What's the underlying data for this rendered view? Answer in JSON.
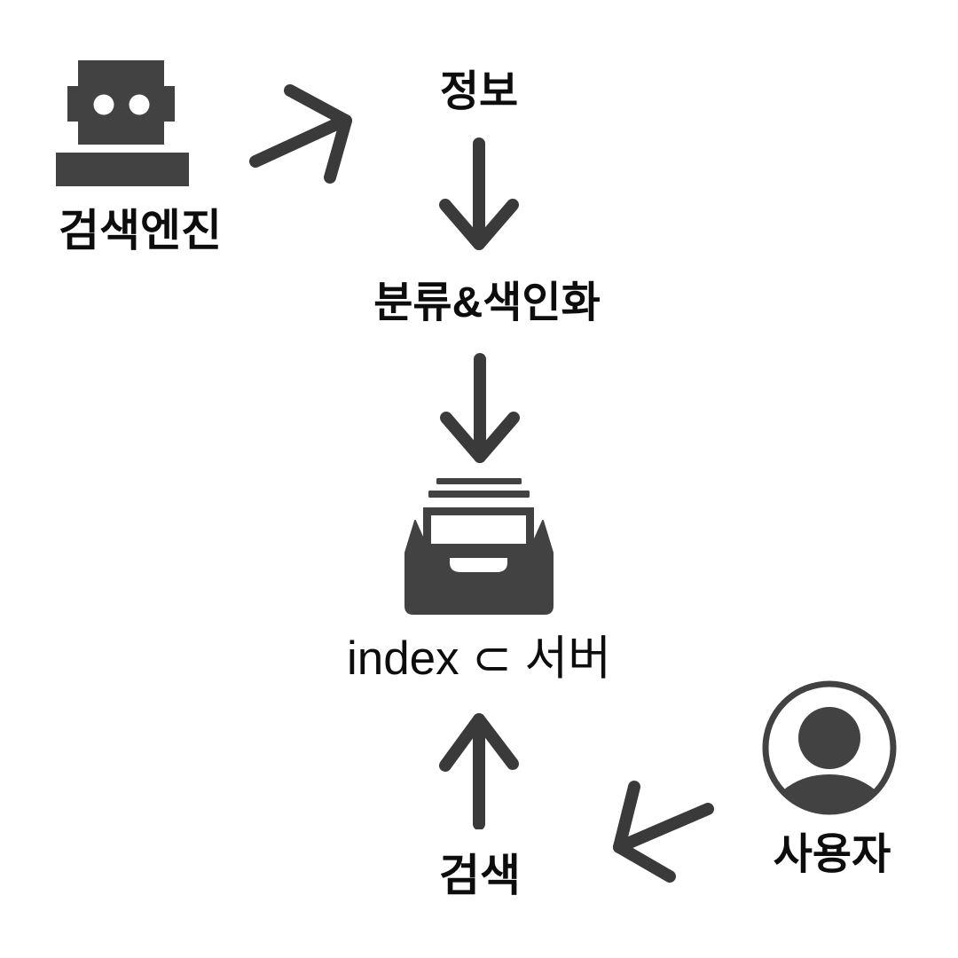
{
  "diagram_title": "search-engine-indexing-flow",
  "colors": {
    "background": "#ffffff",
    "icon": "#424242",
    "arrow": "#3a3a3a",
    "text": "#0d0d0d"
  },
  "nodes": {
    "search_engine": {
      "label": "검색엔진",
      "icon": "robot-icon"
    },
    "information": {
      "label": "정보"
    },
    "classify_index": {
      "label": "분류&색인화"
    },
    "index_server": {
      "label": "index ⊂ 서버",
      "icon": "archive-drawer-icon"
    },
    "search": {
      "label": "검색"
    },
    "user": {
      "label": "사용자",
      "icon": "person-circle-icon"
    }
  },
  "edges": [
    {
      "from": "검색엔진",
      "to": "정보",
      "direction": "up-right"
    },
    {
      "from": "정보",
      "to": "분류&색인화",
      "direction": "down"
    },
    {
      "from": "분류&색인화",
      "to": "index ⊂ 서버",
      "direction": "down"
    },
    {
      "from": "검색",
      "to": "index ⊂ 서버",
      "direction": "up"
    },
    {
      "from": "사용자",
      "to": "검색",
      "direction": "down-left"
    }
  ]
}
